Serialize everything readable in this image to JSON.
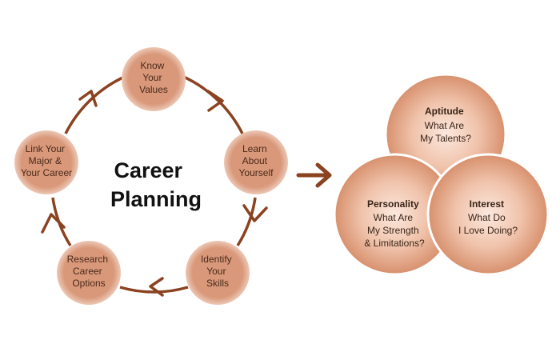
{
  "colors": {
    "node_fill": "#d9987a",
    "node_edge": "#ecc8b6",
    "arrow": "#8a4220",
    "venn_center": "#fbe8de",
    "venn_edge": "#d7906d",
    "venn_stroke": "#ffffff"
  },
  "center": {
    "line1": "Career",
    "line2": "Planning"
  },
  "cycle": {
    "nodes": [
      {
        "id": "know-values",
        "lines": [
          "Know",
          "Your",
          "Values"
        ]
      },
      {
        "id": "learn-yourself",
        "lines": [
          "Learn",
          "About",
          "Yourself"
        ]
      },
      {
        "id": "identify-skills",
        "lines": [
          "Identify",
          "Your",
          "Skills"
        ]
      },
      {
        "id": "research-options",
        "lines": [
          "Research",
          "Career",
          "Options"
        ]
      },
      {
        "id": "link-major",
        "lines": [
          "Link Your",
          "Major &",
          "Your Career"
        ]
      }
    ]
  },
  "venn": {
    "circles": [
      {
        "id": "aptitude",
        "title": "Aptitude",
        "lines": [
          "What Are",
          "My Talents?"
        ]
      },
      {
        "id": "personality",
        "title": "Personality",
        "lines": [
          "What Are",
          "My Strength",
          "& Limitations?"
        ]
      },
      {
        "id": "interest",
        "title": "Interest",
        "lines": [
          "What Do",
          "I Love Doing?"
        ]
      }
    ]
  }
}
